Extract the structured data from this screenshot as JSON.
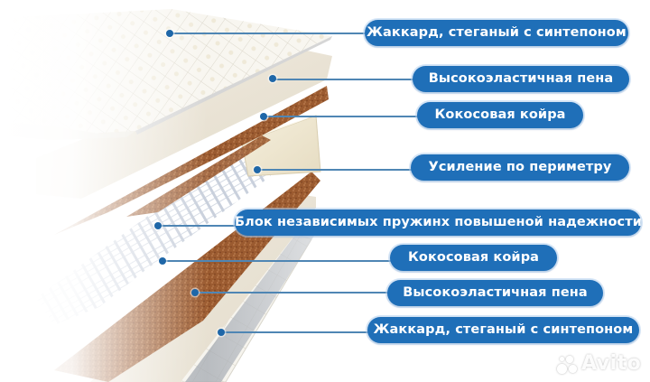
{
  "diagram": {
    "subject": "mattress-cross-section",
    "colors": {
      "pill_bg": "#1f6fb8",
      "pill_text": "#ffffff",
      "leader": "#4f86b4",
      "dot": "#1f67a8",
      "coir": "#9a5a2e",
      "foam": "#ece5d6",
      "jacquard": "#f7f5ef",
      "springs": "#f2f4f8"
    },
    "layers": [
      {
        "label": "Жаккард, стеганый с синтепоном"
      },
      {
        "label": "Высокоэластичная пена"
      },
      {
        "label": "Кокосовая койра"
      },
      {
        "label": "Усиление по периметру"
      },
      {
        "label": "Блок независимых пружинх повышеной надежности"
      },
      {
        "label": "Кокосовая койра"
      },
      {
        "label": "Высокоэластичная пена"
      },
      {
        "label": "Жаккард, стеганый с синтепоном"
      }
    ]
  },
  "watermark": {
    "text": "Avito"
  }
}
